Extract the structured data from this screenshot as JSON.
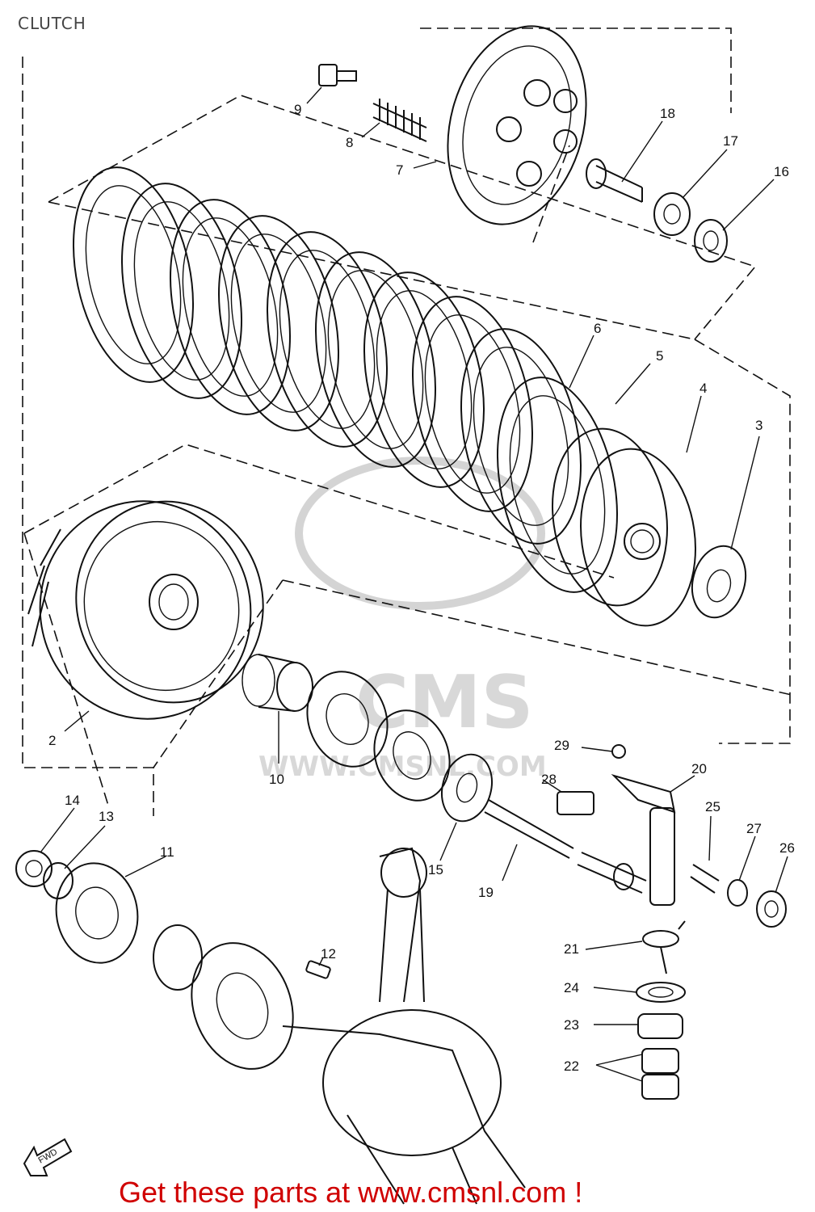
{
  "header": {
    "title": "CLUTCH"
  },
  "watermark": {
    "text": "CMS",
    "subtext": "WWW.CMSNL.COM"
  },
  "promo": {
    "text": "Get these parts at www.cmsnl.com !",
    "color": "#d00000"
  },
  "orientation_label": "FWD",
  "part_labels": [
    "2",
    "3",
    "4",
    "5",
    "6",
    "7",
    "8",
    "9",
    "10",
    "11",
    "12",
    "13",
    "14",
    "15",
    "16",
    "17",
    "18",
    "19",
    "20",
    "21",
    "22",
    "23",
    "24",
    "25",
    "26",
    "27",
    "28",
    "29"
  ]
}
